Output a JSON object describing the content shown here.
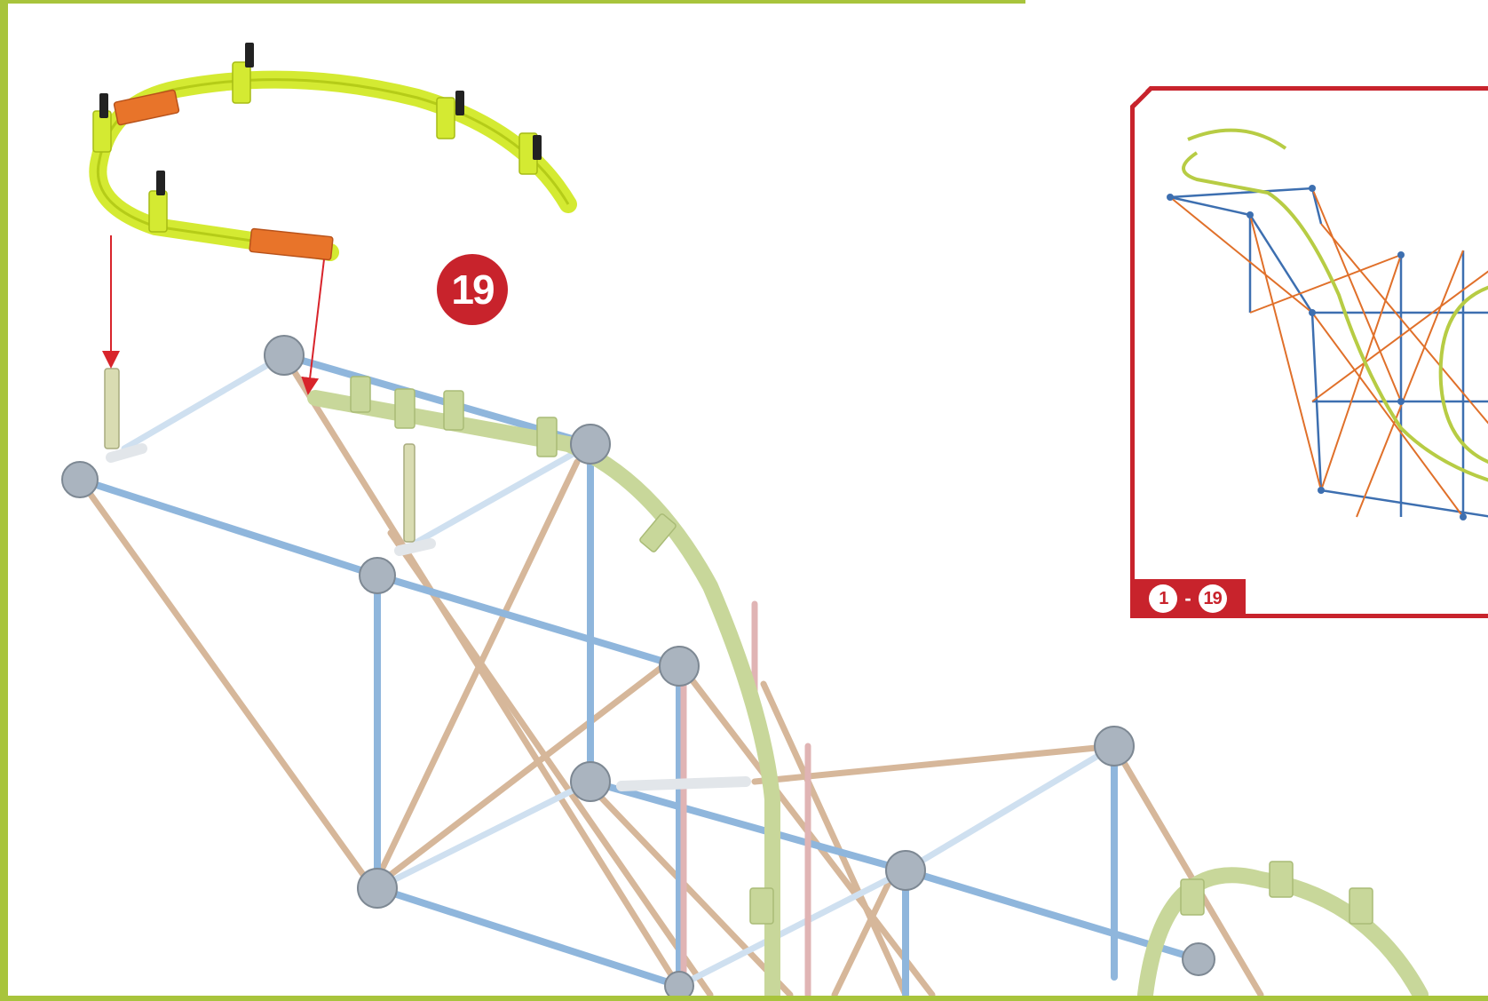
{
  "step": {
    "number": "19"
  },
  "inset": {
    "range_start": "1",
    "range_separator": "-",
    "range_end": "19"
  },
  "colors": {
    "frame": "#a8c43c",
    "accent_red": "#c8232c",
    "track_new": "#d4ea32",
    "track_existing": "#c8d79a",
    "connector_orange": "#e8742a",
    "rod_blue": "#8fb6dc",
    "rod_tan": "#d6b79a",
    "rod_pink": "#e0b4b4",
    "hub_gray": "#aab4bf",
    "inset_blue": "#3d6fb0",
    "inset_orange": "#e0702a",
    "inset_green": "#b7cc44"
  },
  "icons": [
    "arrow-down-icon",
    "arrow-down-icon"
  ]
}
